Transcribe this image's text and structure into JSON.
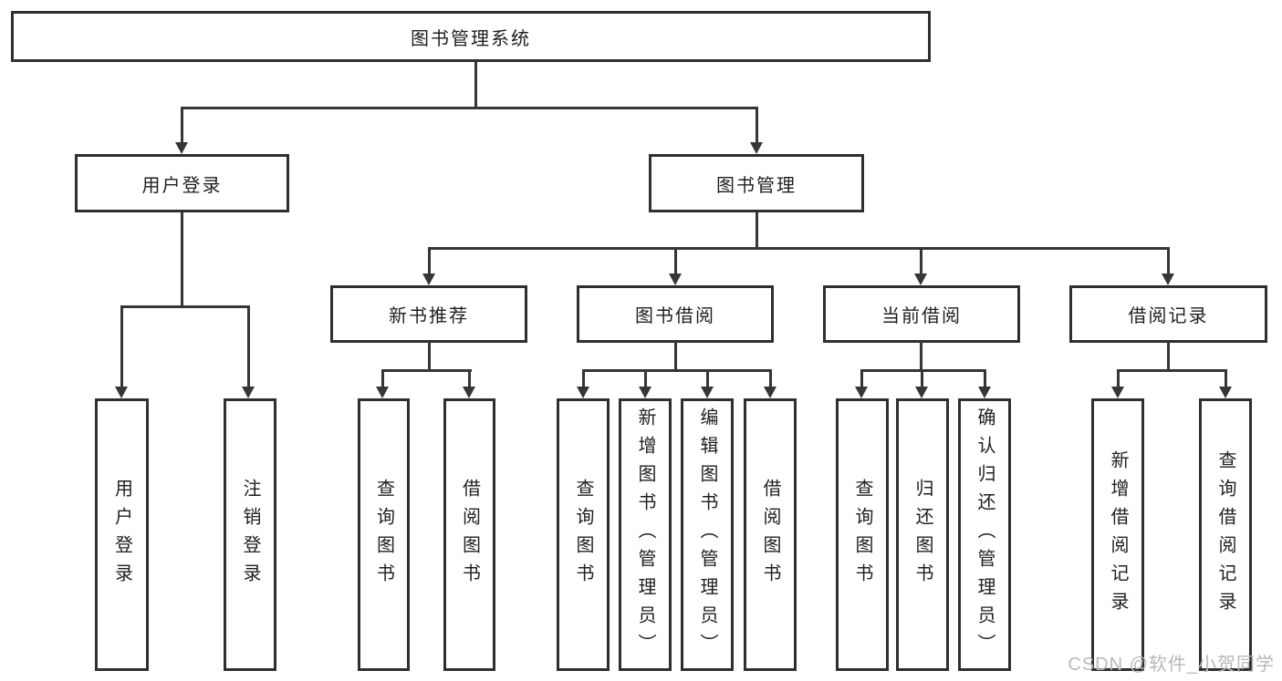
{
  "diagram": {
    "root": {
      "label": "图书管理系统"
    },
    "branches": [
      {
        "label": "用户登录",
        "children": [
          {
            "label": "用户登录"
          },
          {
            "label": "注销登录"
          }
        ]
      },
      {
        "label": "图书管理",
        "children": [
          {
            "label": "新书推荐",
            "children": [
              {
                "label": "查询图书"
              },
              {
                "label": "借阅图书"
              }
            ]
          },
          {
            "label": "图书借阅",
            "children": [
              {
                "label": "查询图书"
              },
              {
                "label": "新增图书（管理员）"
              },
              {
                "label": "编辑图书（管理员）"
              },
              {
                "label": "借阅图书"
              }
            ]
          },
          {
            "label": "当前借阅",
            "children": [
              {
                "label": "查询图书"
              },
              {
                "label": "归还图书"
              },
              {
                "label": "确认归还（管理员）"
              }
            ]
          },
          {
            "label": "借阅记录",
            "children": [
              {
                "label": "新增借阅记录"
              },
              {
                "label": "查询借阅记录"
              }
            ]
          }
        ]
      }
    ]
  },
  "watermark": {
    "text": "CSDN @软件_小贺同学",
    "color": "#b9b9bd"
  },
  "colors": {
    "line": "#363636",
    "border": "#2f2f2f",
    "text": "#1f1f1f",
    "background": "#ffffff"
  }
}
